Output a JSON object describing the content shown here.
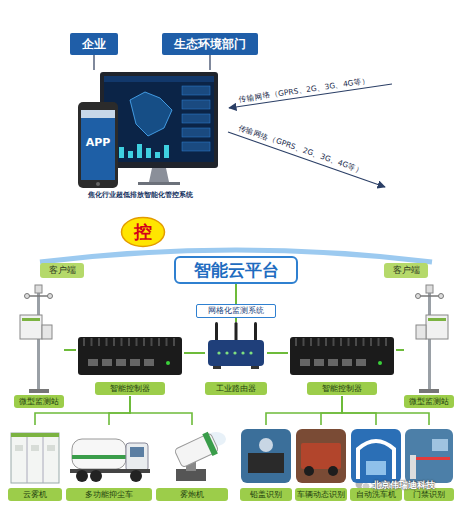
{
  "diagram": {
    "nodes": [
      {
        "text": [
          "企业"
        ]
      },
      {
        "text": [
          "生态环境部门"
        ]
      },
      {
        "text": [
          "APP",
          "焦化行业超低排放智能化管控系统"
        ]
      },
      {
        "text": [
          "控"
        ]
      },
      {
        "text": [
          "客户端"
        ]
      },
      {
        "text": [
          "智能云平台"
        ]
      },
      {
        "text": [
          "客户端"
        ]
      },
      {
        "text": [
          "网格化监测系统"
        ]
      },
      {
        "text": [
          "微型监测站"
        ]
      },
      {
        "text": [
          "智能控制器"
        ]
      },
      {
        "text": [
          "工业路由器"
        ]
      },
      {
        "text": [
          "智能控制器"
        ]
      },
      {
        "text": [
          "微型监测站"
        ]
      },
      {
        "text": [
          "云雾机"
        ]
      },
      {
        "text": [
          "多功能抑尘车"
        ]
      },
      {
        "text": [
          "雾炮机"
        ]
      },
      {
        "text": [
          "铅盖识别"
        ]
      },
      {
        "text": [
          "车辆动态识别"
        ]
      },
      {
        "text": [
          "自动洗车机"
        ]
      },
      {
        "text": [
          "门禁识别"
        ]
      }
    ],
    "edges": [
      {
        "from": 0,
        "to": 2,
        "arrow": "none"
      },
      {
        "from": 1,
        "to": 2,
        "arrow": "none"
      },
      {
        "from": 10,
        "to": 7,
        "arrow": "none"
      },
      {
        "from": 7,
        "to": 5,
        "arrow": "none"
      },
      {
        "from": 9,
        "to": 10,
        "arrow": "none"
      },
      {
        "from": 10,
        "to": 11,
        "arrow": "none"
      },
      {
        "from": 8,
        "to": 9,
        "arrow": "none"
      },
      {
        "from": 11,
        "to": 12,
        "arrow": "none"
      },
      {
        "from": 9,
        "to": 13,
        "arrow": "none"
      },
      {
        "from": 9,
        "to": 14,
        "arrow": "none"
      },
      {
        "from": 9,
        "to": 15,
        "arrow": "none"
      },
      {
        "from": 11,
        "to": 16,
        "arrow": "none"
      },
      {
        "from": 11,
        "to": 17,
        "arrow": "none"
      },
      {
        "from": 11,
        "to": 18,
        "arrow": "none"
      },
      {
        "from": 11,
        "to": 19,
        "arrow": "none"
      }
    ],
    "labels": [
      "传输网络（GPRS、2G、3G、4G等）",
      "传输网络（GPRS、2G、3G、4G等）",
      "北京伟瑞迪科技"
    ]
  }
}
